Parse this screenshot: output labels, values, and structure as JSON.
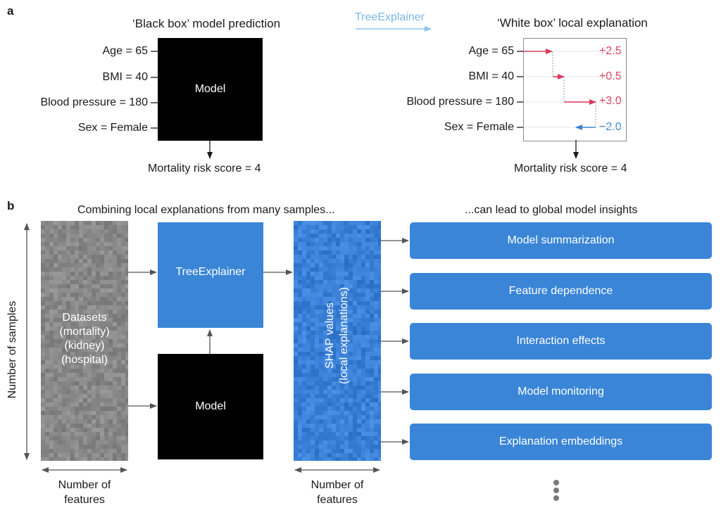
{
  "panel_a": {
    "letter": "a",
    "black_box_title": "‘Black box’ model prediction",
    "features": [
      "Age = 65",
      "BMI = 40",
      "Blood pressure = 180",
      "Sex = Female"
    ],
    "model_label": "Model",
    "output_left": "Mortality risk score = 4",
    "explainer_label": "TreeExplainer",
    "white_box_title": "‘White box’ local explanation",
    "contributions": [
      "+2.5",
      "+0.5",
      "+3.0",
      "−2.0"
    ],
    "output_right": "Mortality risk score = 4",
    "colors": {
      "positive": "#d93a5b",
      "negative": "#3a85d6",
      "explainer_arrow": "#8cc3ee"
    }
  },
  "panel_b": {
    "letter": "b",
    "left_heading": "Combining local explanations from many samples...",
    "right_heading": "...can lead to global model insights",
    "samples_axis_label": "Number of samples",
    "features_axis_label_1": "Number of features",
    "features_axis_label_2": "Number of features",
    "datasets_lines": [
      "Datasets",
      "(mortality)",
      "(kidney)",
      "(hospital)"
    ],
    "tree_explainer_label": "TreeExplainer",
    "model_label": "Model",
    "shap_lines": [
      "SHAP values",
      "(local explanations)"
    ],
    "insights": [
      "Model summarization",
      "Feature dependence",
      "Interaction effects",
      "Model monitoring",
      "Explanation embeddings"
    ],
    "colors": {
      "box_blue": "#3a85d6"
    }
  }
}
